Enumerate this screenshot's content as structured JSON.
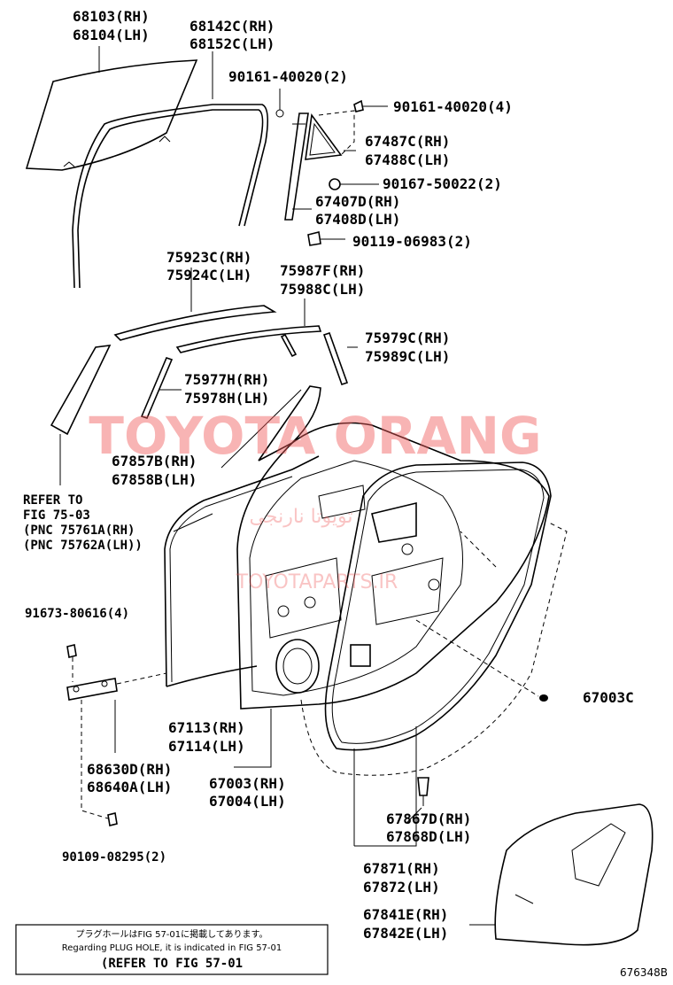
{
  "parts": {
    "p68103": "68103(RH)",
    "p68104": "68104(LH)",
    "p68142c": "68142C(RH)",
    "p68152c": "68152C(LH)",
    "p90161_2": "90161-40020(2)",
    "p90161_4": "90161-40020(4)",
    "p67487c": "67487C(RH)",
    "p67488c": "67488C(LH)",
    "p90167": "90167-50022(2)",
    "p67407d": "67407D(RH)",
    "p67408d": "67408D(LH)",
    "p90119": "90119-06983(2)",
    "p75923c": "75923C(RH)",
    "p75924c": "75924C(LH)",
    "p75987f": "75987F(RH)",
    "p75988c": "75988C(LH)",
    "p75979c": "75979C(RH)",
    "p75989c": "75989C(LH)",
    "p75977h": "75977H(RH)",
    "p75978h": "75978H(LH)",
    "p67857b": "67857B(RH)",
    "p67858b": "67858B(LH)",
    "p91673": "91673-80616(4)",
    "p67003c": "67003C",
    "p67113": "67113(RH)",
    "p67114": "67114(LH)",
    "p68630d": "68630D(RH)",
    "p68640a": "68640A(LH)",
    "p67003": "67003(RH)",
    "p67004": "67004(LH)",
    "p67867d": "67867D(RH)",
    "p67868d": "67868D(LH)",
    "p90109": "90109-08295(2)",
    "p67871": "67871(RH)",
    "p67872": "67872(LH)",
    "p67841e": "67841E(RH)",
    "p67842e": "67842E(LH)"
  },
  "refer": {
    "line1": "REFER TO",
    "line2": "FIG 75-03",
    "line3": "(PNC 75761A(RH)",
    "line4": "(PNC 75762A(LH))"
  },
  "note": {
    "japanese": "プラグホールはFIG 57-01に掲載してあります。",
    "english": "Regarding PLUG HOLE, it is indicated in FIG 57-01",
    "refer": "(REFER TO FIG 57-01"
  },
  "figure_code": "676348B",
  "watermark": {
    "main": "TOYOTA ORANG",
    "persian": "تویوتا نارنجی",
    "sub": "TOYOTAPARTS.IR"
  }
}
